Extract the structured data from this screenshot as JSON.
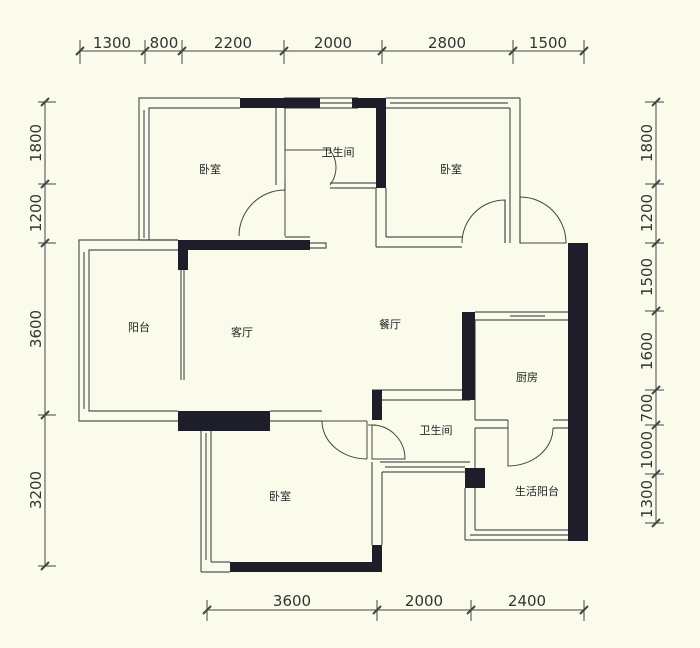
{
  "dimensions": {
    "top": [
      "1300",
      "800",
      "2200",
      "2000",
      "2800",
      "1500"
    ],
    "bottom": [
      "3600",
      "2000",
      "2400"
    ],
    "left": [
      "1800",
      "1200",
      "3600",
      "3200"
    ],
    "right": [
      "1800",
      "1200",
      "1500",
      "1600",
      "700",
      "1000",
      "1300"
    ]
  },
  "rooms": {
    "bedroom_nw": "卧室",
    "bathroom_top": "卫生间",
    "bedroom_ne": "卧室",
    "balcony": "阳台",
    "living_room": "客厅",
    "dining_room": "餐厅",
    "kitchen": "厨房",
    "bathroom_mid": "卫生间",
    "service_balcony": "生活阳台",
    "bedroom_s": "卧室"
  },
  "colors": {
    "background": "#fbfbec",
    "wall_solid": "#1e1e2a",
    "line": "#555555"
  }
}
